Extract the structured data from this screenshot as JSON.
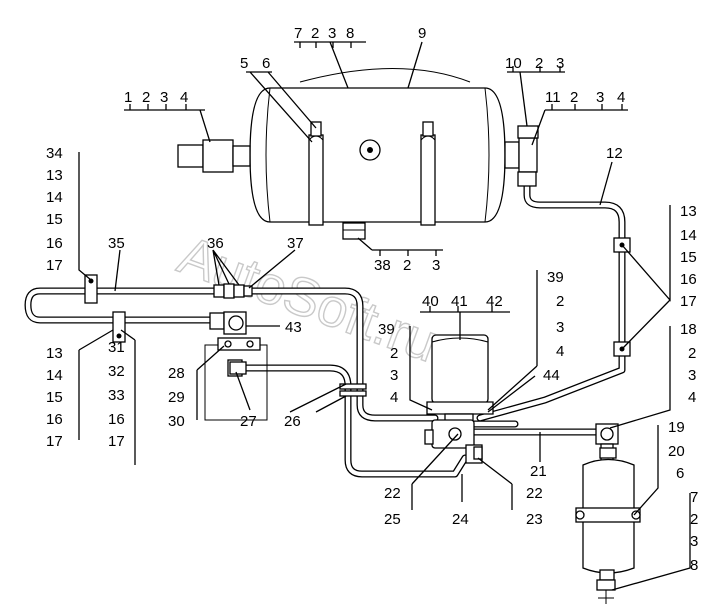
{
  "watermark": "AutoSoft.ru",
  "labels": [
    {
      "id": "t-7",
      "text": "7"
    },
    {
      "id": "t-2a",
      "text": "2"
    },
    {
      "id": "t-3a",
      "text": "3"
    },
    {
      "id": "t-8a",
      "text": "8"
    },
    {
      "id": "t-9",
      "text": "9"
    },
    {
      "id": "t-5",
      "text": "5"
    },
    {
      "id": "t-6a",
      "text": "6"
    },
    {
      "id": "t-1",
      "text": "1"
    },
    {
      "id": "t-2b",
      "text": "2"
    },
    {
      "id": "t-3b",
      "text": "3"
    },
    {
      "id": "t-4a",
      "text": "4"
    },
    {
      "id": "t-10",
      "text": "10"
    },
    {
      "id": "t-2c",
      "text": "2"
    },
    {
      "id": "t-3c",
      "text": "3"
    },
    {
      "id": "t-11",
      "text": "11"
    },
    {
      "id": "t-2d",
      "text": "2"
    },
    {
      "id": "t-3d",
      "text": "3"
    },
    {
      "id": "t-4b",
      "text": "4"
    },
    {
      "id": "t-12",
      "text": "12"
    },
    {
      "id": "t-34",
      "text": "34"
    },
    {
      "id": "t-13a",
      "text": "13"
    },
    {
      "id": "t-14a",
      "text": "14"
    },
    {
      "id": "t-15a",
      "text": "15"
    },
    {
      "id": "t-16a",
      "text": "16"
    },
    {
      "id": "t-17a",
      "text": "17"
    },
    {
      "id": "t-35",
      "text": "35"
    },
    {
      "id": "t-36",
      "text": "36"
    },
    {
      "id": "t-37",
      "text": "37"
    },
    {
      "id": "t-38",
      "text": "38"
    },
    {
      "id": "t-2e",
      "text": "2"
    },
    {
      "id": "t-3e",
      "text": "3"
    },
    {
      "id": "t-13r",
      "text": "13"
    },
    {
      "id": "t-14r",
      "text": "14"
    },
    {
      "id": "t-15r",
      "text": "15"
    },
    {
      "id": "t-16r",
      "text": "16"
    },
    {
      "id": "t-17r",
      "text": "17"
    },
    {
      "id": "t-39a",
      "text": "39"
    },
    {
      "id": "t-2f",
      "text": "2"
    },
    {
      "id": "t-3f",
      "text": "3"
    },
    {
      "id": "t-4c",
      "text": "4"
    },
    {
      "id": "t-40",
      "text": "40"
    },
    {
      "id": "t-41",
      "text": "41"
    },
    {
      "id": "t-42",
      "text": "42"
    },
    {
      "id": "t-43",
      "text": "43"
    },
    {
      "id": "t-39b",
      "text": "39"
    },
    {
      "id": "t-2g",
      "text": "2"
    },
    {
      "id": "t-3g",
      "text": "3"
    },
    {
      "id": "t-4d",
      "text": "4"
    },
    {
      "id": "t-44",
      "text": "44"
    },
    {
      "id": "t-18",
      "text": "18"
    },
    {
      "id": "t-2h",
      "text": "2"
    },
    {
      "id": "t-3h",
      "text": "3"
    },
    {
      "id": "t-4e",
      "text": "4"
    },
    {
      "id": "t-13b",
      "text": "13"
    },
    {
      "id": "t-14b",
      "text": "14"
    },
    {
      "id": "t-15b",
      "text": "15"
    },
    {
      "id": "t-16b",
      "text": "16"
    },
    {
      "id": "t-17b",
      "text": "17"
    },
    {
      "id": "t-31",
      "text": "31"
    },
    {
      "id": "t-32",
      "text": "32"
    },
    {
      "id": "t-33",
      "text": "33"
    },
    {
      "id": "t-16c",
      "text": "16"
    },
    {
      "id": "t-17c",
      "text": "17"
    },
    {
      "id": "t-28",
      "text": "28"
    },
    {
      "id": "t-29",
      "text": "29"
    },
    {
      "id": "t-30",
      "text": "30"
    },
    {
      "id": "t-27",
      "text": "27"
    },
    {
      "id": "t-26",
      "text": "26"
    },
    {
      "id": "t-21",
      "text": "21"
    },
    {
      "id": "t-19",
      "text": "19"
    },
    {
      "id": "t-20",
      "text": "20"
    },
    {
      "id": "t-6b",
      "text": "6"
    },
    {
      "id": "t-22a",
      "text": "22"
    },
    {
      "id": "t-25",
      "text": "25"
    },
    {
      "id": "t-24",
      "text": "24"
    },
    {
      "id": "t-22b",
      "text": "22"
    },
    {
      "id": "t-23",
      "text": "23"
    },
    {
      "id": "t-7b",
      "text": "7"
    },
    {
      "id": "t-2i",
      "text": "2"
    },
    {
      "id": "t-3i",
      "text": "3"
    },
    {
      "id": "t-8b",
      "text": "8"
    }
  ]
}
